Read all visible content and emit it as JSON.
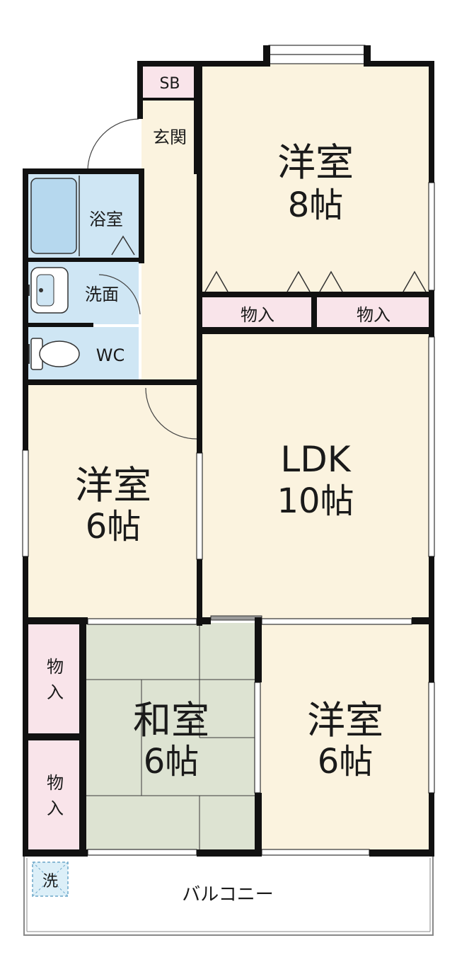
{
  "colors": {
    "wall": "#111111",
    "room_floor": "#fbf3df",
    "storage": "#f9e4ea",
    "wet_area": "#cfe6f4",
    "tatami": "#dde3d2",
    "balcony": "#ffffff"
  },
  "rooms": {
    "sb": {
      "name": "SB"
    },
    "entrance": {
      "name": "玄関"
    },
    "western_8": {
      "name": "洋室",
      "size": "8帖"
    },
    "bath": {
      "name": "浴室"
    },
    "washroom": {
      "name": "洗面"
    },
    "wc": {
      "name": "WC"
    },
    "closet_a": {
      "name": "物入"
    },
    "closet_b": {
      "name": "物入"
    },
    "western_6_left": {
      "name": "洋室",
      "size": "6帖"
    },
    "ldk": {
      "name": "LDK",
      "size": "10帖"
    },
    "closet_c": {
      "line1": "物",
      "line2": "入"
    },
    "closet_d": {
      "line1": "物",
      "line2": "入"
    },
    "japanese_6": {
      "name": "和室",
      "size": "6帖"
    },
    "western_6_right": {
      "name": "洋室",
      "size": "6帖"
    },
    "washer": {
      "name": "洗"
    },
    "balcony": {
      "name": "バルコニー"
    }
  }
}
